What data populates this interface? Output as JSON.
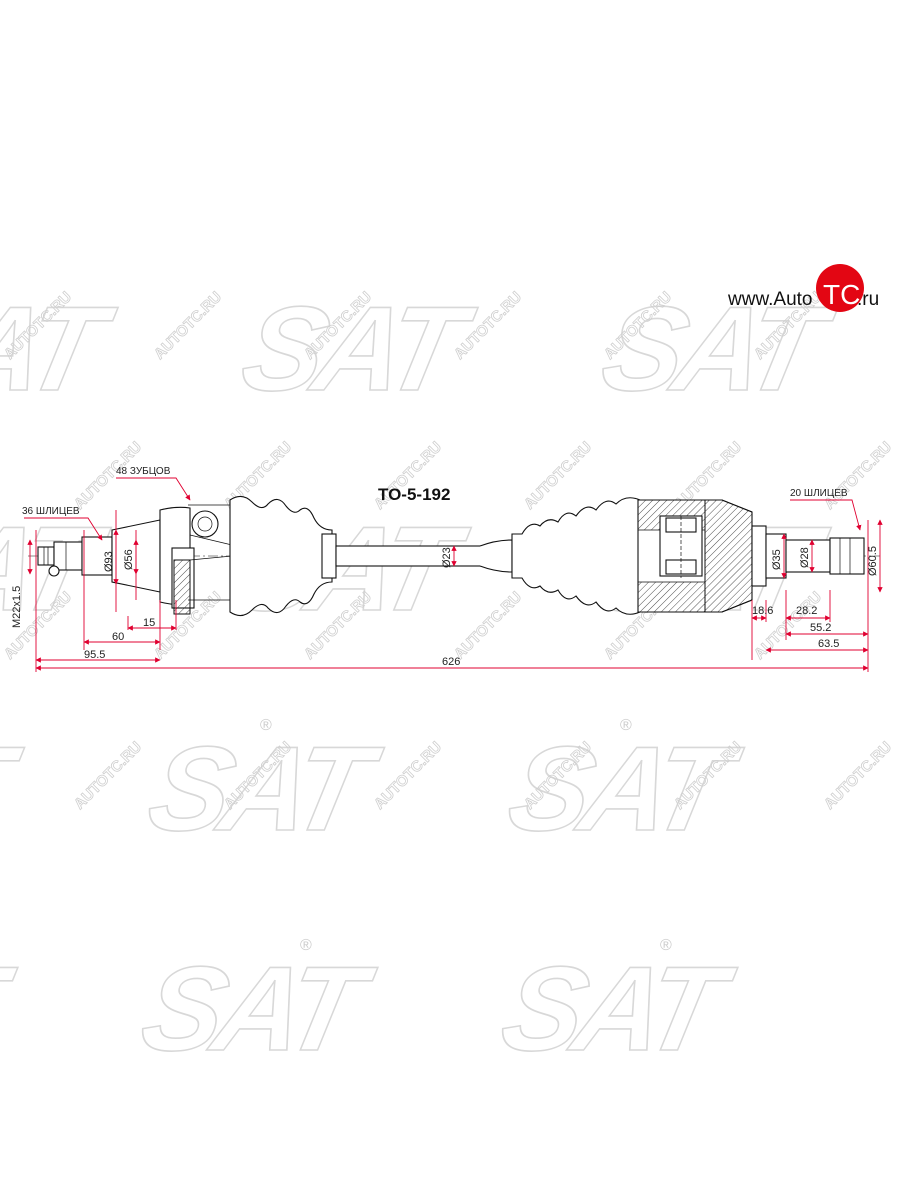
{
  "part_number": "TO-5-192",
  "brand": {
    "url_prefix": "www.Auto",
    "logo_letters": "TC",
    "url_suffix": ".ru",
    "logo_color": "#e30613"
  },
  "watermark": {
    "logo_text": "SAT",
    "site_text": "AUTOTC.RU",
    "registered_mark": "®",
    "color": "#d0d0d0"
  },
  "labels": {
    "splines_left": "36 ШЛИЦЕВ",
    "teeth_abs": "48 ЗУБЦОВ",
    "splines_right": "20 ШЛИЦЕВ",
    "thread": "M22x1.5"
  },
  "dimensions": {
    "d93": "Ø93",
    "d56": "Ø56",
    "d23": "Ø23",
    "d35": "Ø35",
    "d28": "Ø28",
    "d60_5": "Ø60.5",
    "len_15": "15",
    "len_60": "60",
    "len_95_5": "95.5",
    "len_626": "626",
    "len_18_6": "18.6",
    "len_28_2": "28.2",
    "len_55_2": "55.2",
    "len_63_5": "63.5"
  }
}
